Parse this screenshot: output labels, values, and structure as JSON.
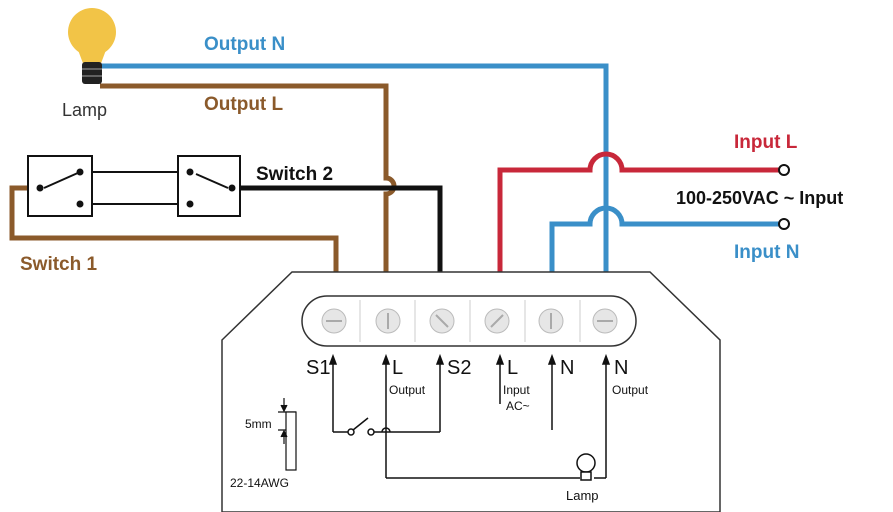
{
  "labels": {
    "lamp_top": "Lamp",
    "output_n": "Output N",
    "output_l": "Output L",
    "switch_2": "Switch 2",
    "switch_1": "Switch 1",
    "input_l": "Input L",
    "input_n": "Input N",
    "voltage": "100-250VAC ~ Input"
  },
  "terminals": [
    {
      "name": "S1",
      "sub": ""
    },
    {
      "name": "L",
      "sub": "Output"
    },
    {
      "name": "S2",
      "sub": ""
    },
    {
      "name": "L",
      "sub": "Input",
      "sub2": "AC~"
    },
    {
      "name": "N",
      "sub": ""
    },
    {
      "name": "N",
      "sub": "Output"
    }
  ],
  "module": {
    "strip_label": "5mm",
    "awg_label": "22-14AWG",
    "lamp_label": "Lamp"
  },
  "colors": {
    "blue": "#3a8fc8",
    "brown": "#8b5a2b",
    "red": "#c8283a",
    "black": "#111111",
    "lamp_yellow": "#f2c447"
  }
}
